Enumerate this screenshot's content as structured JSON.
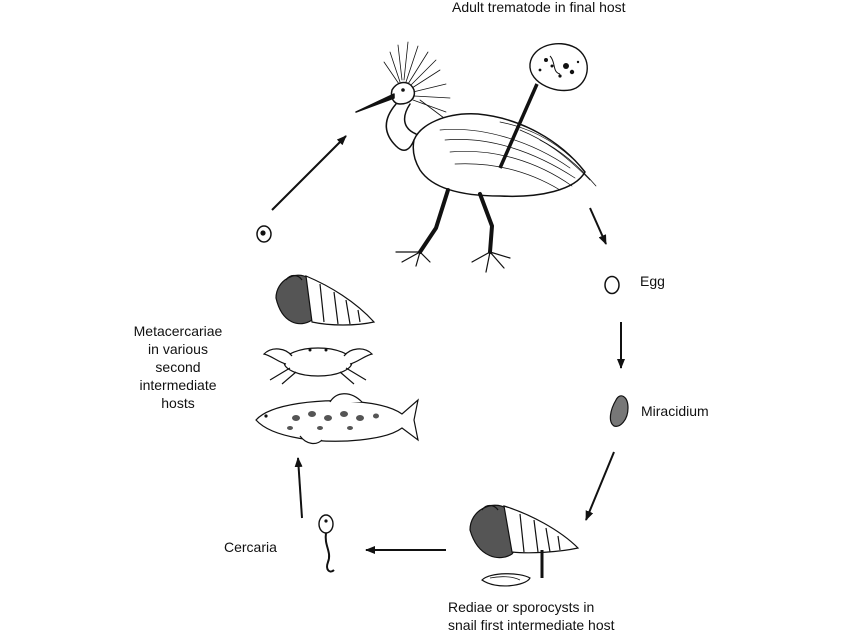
{
  "labels": {
    "adult": "Adult trematode in final host",
    "egg": "Egg",
    "miracidium": "Miracidium",
    "rediae_line1": "Rediae or sporocysts in",
    "rediae_line2": "snail first intermediate host",
    "cercaria": "Cercaria",
    "meta_line1": "Metacercariae",
    "meta_line2": "in various",
    "meta_line3": "second",
    "meta_line4": "intermediate",
    "meta_line5": "hosts"
  },
  "icons": {
    "final_host": "egret-bird-icon",
    "adult_worm": "fluke-icon",
    "egg": "egg-icon",
    "miracidium": "miracidium-icon",
    "first_host": "snail-icon",
    "cercaria": "cercaria-icon",
    "second_host_1": "snail-icon",
    "second_host_2": "crab-icon",
    "second_host_3": "fish-icon",
    "metacercaria": "cyst-icon"
  },
  "colors": {
    "ink": "#111111",
    "background": "#ffffff"
  }
}
